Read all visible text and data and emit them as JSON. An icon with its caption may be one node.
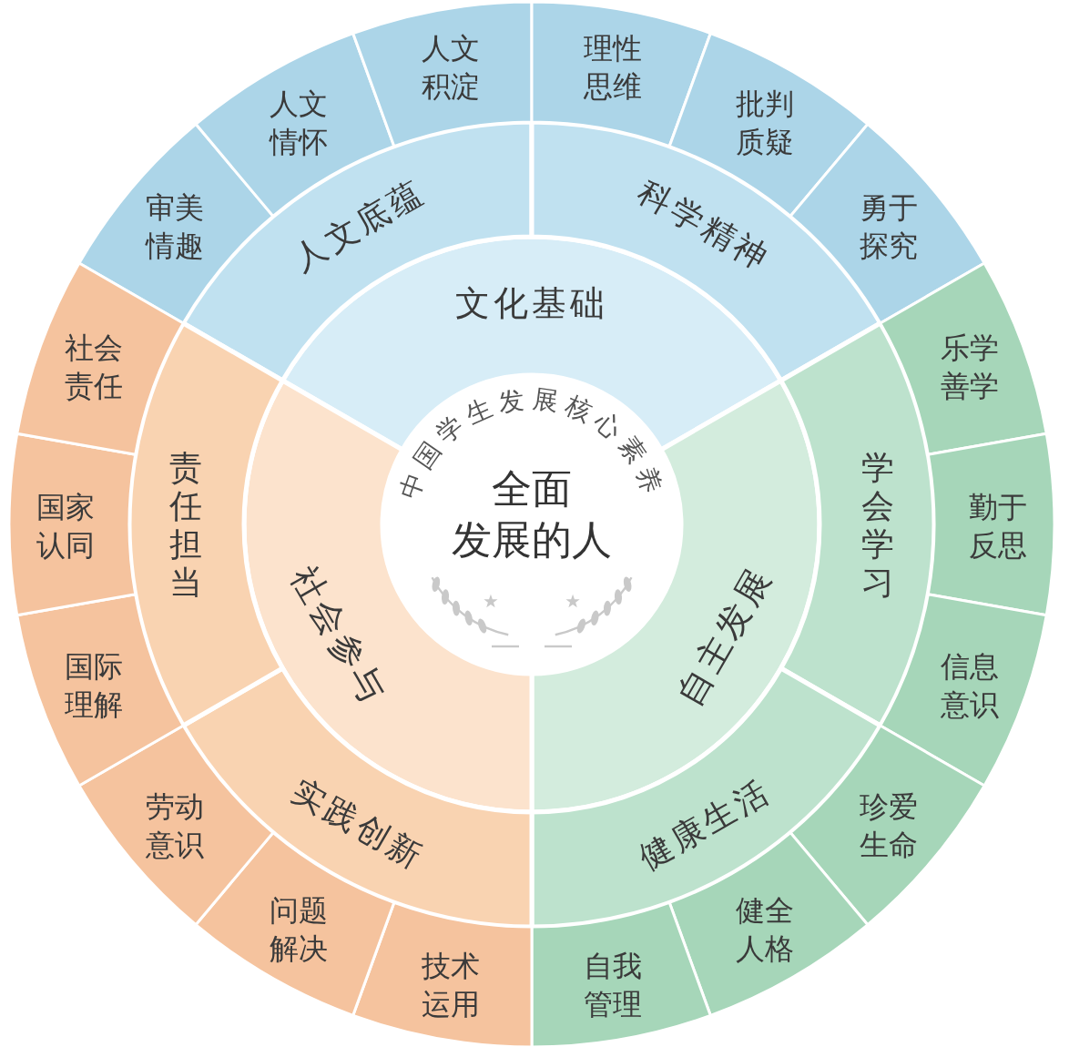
{
  "diagram": {
    "nodes": [
      {
        "text": [
          "中国学生发展核心素养",
          "全面发展的人"
        ]
      },
      {
        "text": [
          "文化基础"
        ]
      },
      {
        "text": [
          "自主发展"
        ]
      },
      {
        "text": [
          "社会参与"
        ]
      },
      {
        "text": [
          "人文底蕴"
        ]
      },
      {
        "text": [
          "科学精神"
        ]
      },
      {
        "text": [
          "学会学习"
        ]
      },
      {
        "text": [
          "健康生活"
        ]
      },
      {
        "text": [
          "实践创新"
        ]
      },
      {
        "text": [
          "责任担当"
        ]
      },
      {
        "text": [
          "审美情趣"
        ]
      },
      {
        "text": [
          "人文情怀"
        ]
      },
      {
        "text": [
          "人文积淀"
        ]
      },
      {
        "text": [
          "理性思维"
        ]
      },
      {
        "text": [
          "批判质疑"
        ]
      },
      {
        "text": [
          "勇于探究"
        ]
      },
      {
        "text": [
          "乐学善学"
        ]
      },
      {
        "text": [
          "勤于反思"
        ]
      },
      {
        "text": [
          "信息意识"
        ]
      },
      {
        "text": [
          "珍爱生命"
        ]
      },
      {
        "text": [
          "健全人格"
        ]
      },
      {
        "text": [
          "自我管理"
        ]
      },
      {
        "text": [
          "技术运用"
        ]
      },
      {
        "text": [
          "问题解决"
        ]
      },
      {
        "text": [
          "劳动意识"
        ]
      },
      {
        "text": [
          "国际理解"
        ]
      },
      {
        "text": [
          "国家认同"
        ]
      },
      {
        "text": [
          "社会责任"
        ]
      }
    ]
  }
}
